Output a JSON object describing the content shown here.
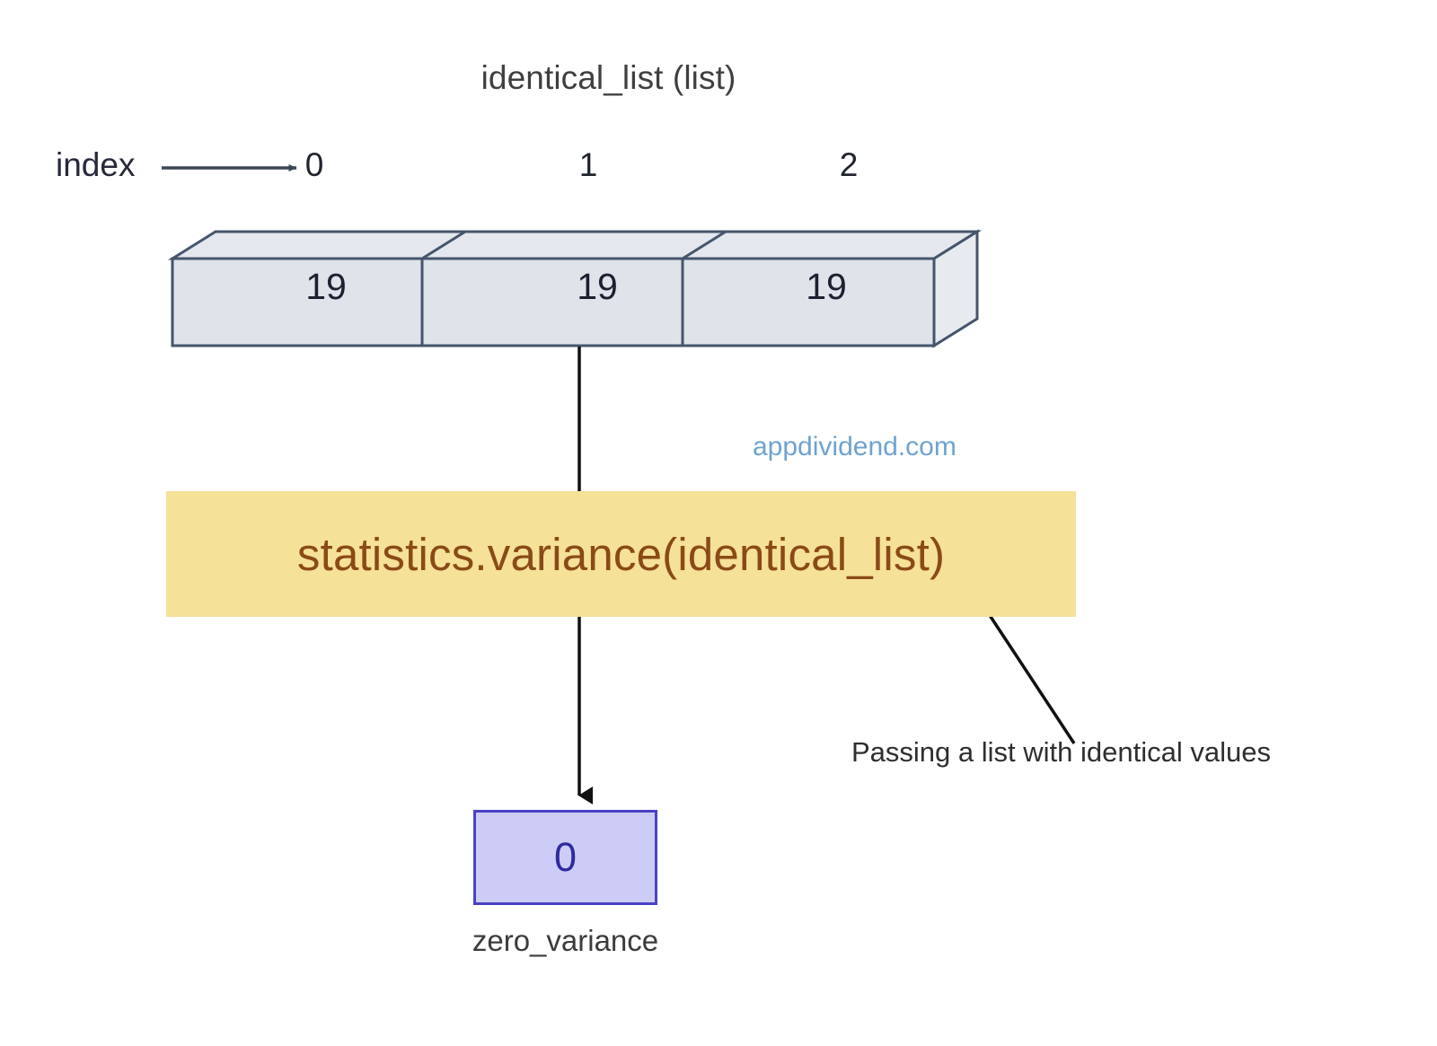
{
  "diagram": {
    "title": "identical_list (list)",
    "watermark": "appdividend.com",
    "index_row": {
      "label": "index",
      "indices": [
        "0",
        "1",
        "2"
      ]
    },
    "list_cells": [
      {
        "index": "0",
        "value": "19"
      },
      {
        "index": "1",
        "value": "19"
      },
      {
        "index": "2",
        "value": "19"
      }
    ],
    "call_banner": {
      "text": "statistics.variance(identical_list)"
    },
    "result": {
      "value": "0",
      "caption": "zero_variance"
    },
    "annotation": {
      "text": "Passing a list with identical values"
    },
    "colors": {
      "cell_fill": "#dfe3ea",
      "cell_top_fill": "#e3e7ed",
      "cell_border": "#46556b",
      "banner_bg": "#f5e197",
      "banner_text": "#8a4a17",
      "result_bg": "#ccccf7",
      "result_border": "#4b42c4",
      "result_text": "#2e2aa0",
      "watermark": "#6ea3d0",
      "arrow": "#111111",
      "title_text": "#3f3f3f"
    }
  }
}
